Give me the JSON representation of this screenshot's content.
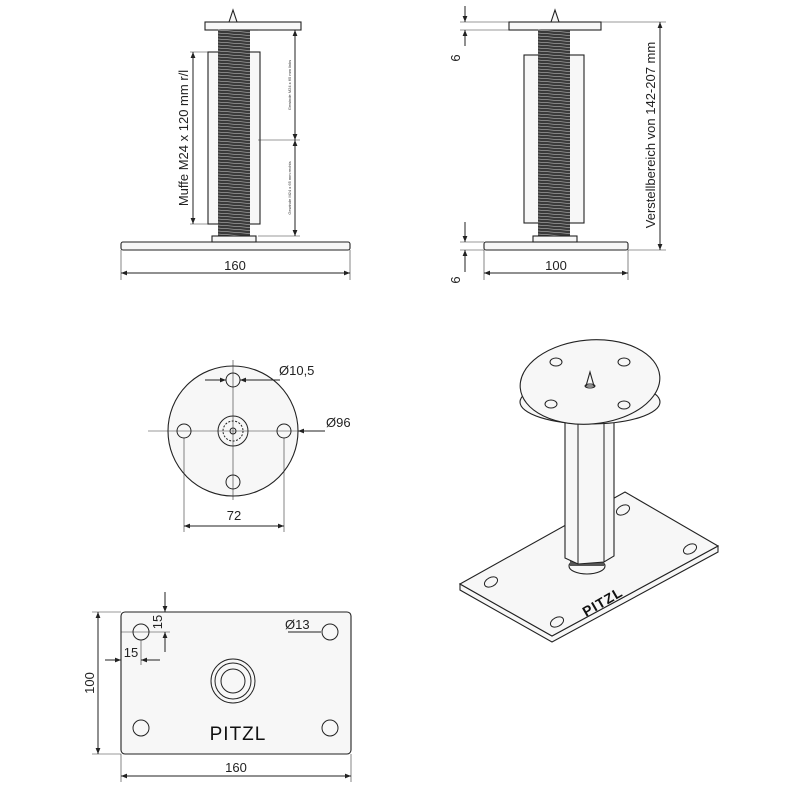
{
  "colors": {
    "line": "#222222",
    "fill": "#f7f7f7",
    "thread": "#111111",
    "background": "#ffffff"
  },
  "view_front": {
    "width_label": "160",
    "sleeve_label": "Muffe M24 x 120 mm r/l",
    "thread_upper_label": "Gewinde M24 x 65 mm links",
    "thread_lower_label": "Gewinde M24 x 65 mm rechts"
  },
  "view_side": {
    "width_label": "100",
    "top_plate_label": "6",
    "bottom_plate_label": "6",
    "range_label": "Verstellbereich von 142-207 mm"
  },
  "view_top_plate": {
    "hole_diameter_label": "Ø10,5",
    "plate_diameter_label": "Ø96",
    "hole_spacing_label": "72"
  },
  "view_base_plate": {
    "hole_diameter_label": "Ø13",
    "edge_offset_y_label": "15",
    "edge_offset_x_label": "15",
    "height_label": "100",
    "width_label": "160",
    "brand": "PITZL"
  },
  "view_iso": {
    "brand": "PITZL"
  }
}
